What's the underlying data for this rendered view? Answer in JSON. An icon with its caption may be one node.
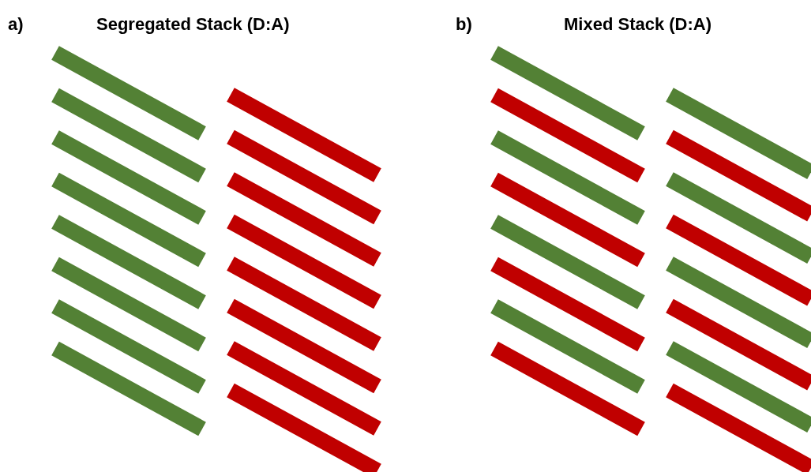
{
  "diagram": {
    "labels": [
      "a)",
      "Segregated Stack (D:A)",
      "b)",
      "Mixed Stack (D:A)"
    ]
  }
}
